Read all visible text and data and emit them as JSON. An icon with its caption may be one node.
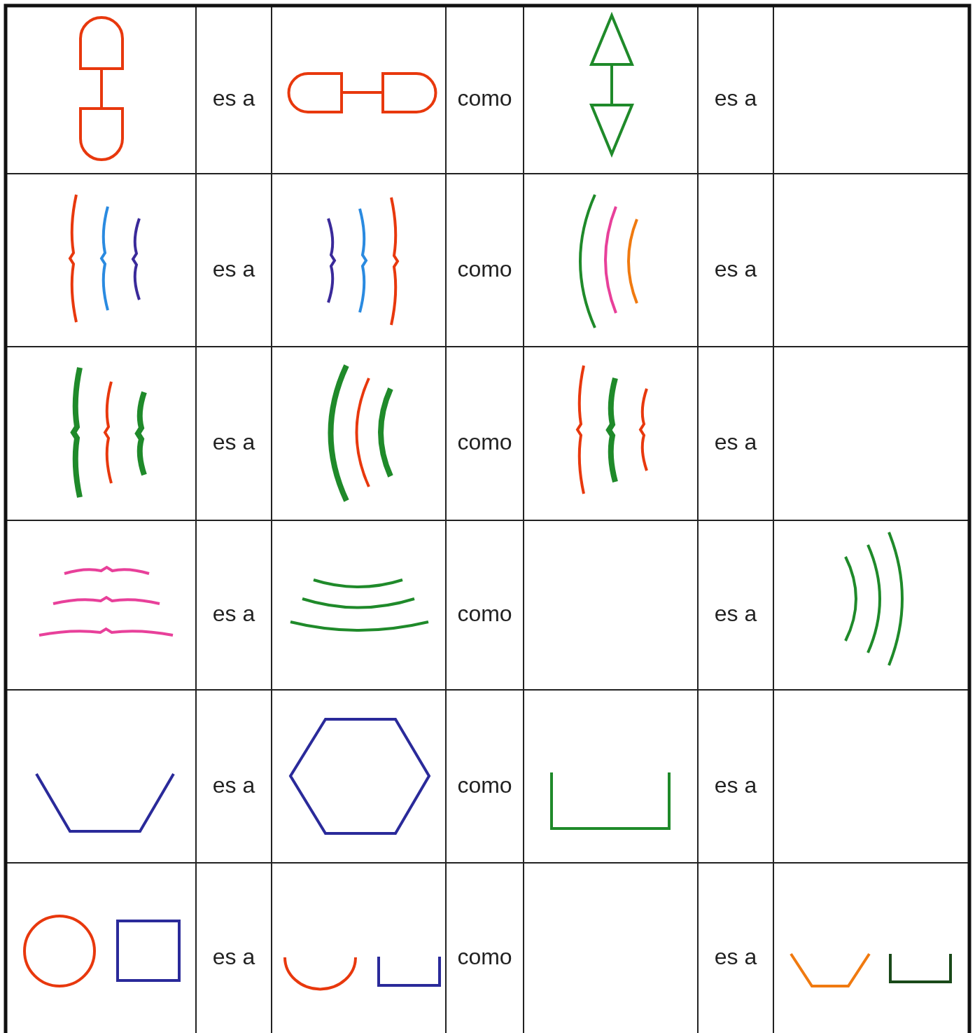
{
  "diagram": {
    "labels": [
      "es a",
      "como",
      "es a",
      "es a",
      "como",
      "es a",
      "es a",
      "como",
      "es a",
      "es a",
      "como",
      "es a",
      "es a",
      "como",
      "es a",
      "es a",
      "como",
      "es a"
    ]
  }
}
